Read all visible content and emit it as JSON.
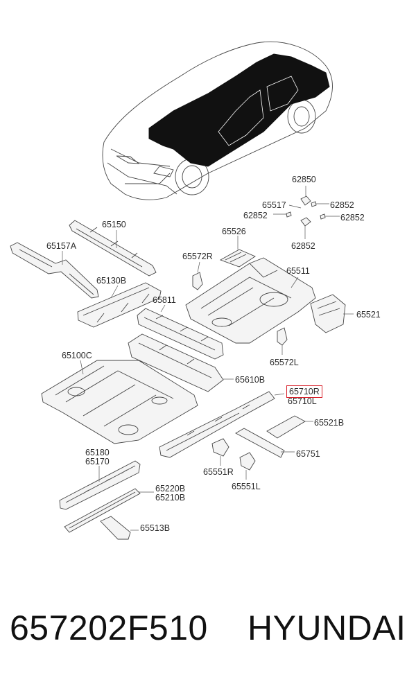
{
  "labels": {
    "p62850": "62850",
    "p65517": "65517",
    "p62852_a": "62852",
    "p62852_b": "62852",
    "p62852_c": "62852",
    "p62852_d": "62852",
    "p65150": "65150",
    "p65157A": "65157A",
    "p65526": "65526",
    "p65572R": "65572R",
    "p65511": "65511",
    "p65130B": "65130B",
    "p65811": "65811",
    "p65521": "65521",
    "p65572L": "65572L",
    "p65100C": "65100C",
    "p65610B": "65610B",
    "p65710R": "65710R",
    "p65710L": "65710L",
    "p65521B": "65521B",
    "p65751": "65751",
    "p65180": "65180",
    "p65170": "65170",
    "p65551R": "65551R",
    "p65551L": "65551L",
    "p65220B": "65220B",
    "p65210B": "65210B",
    "p65513B": "65513B"
  },
  "highlight_color": "#d8202a",
  "footer": {
    "part_number": "657202F510",
    "brand": "HYUNDAI"
  }
}
